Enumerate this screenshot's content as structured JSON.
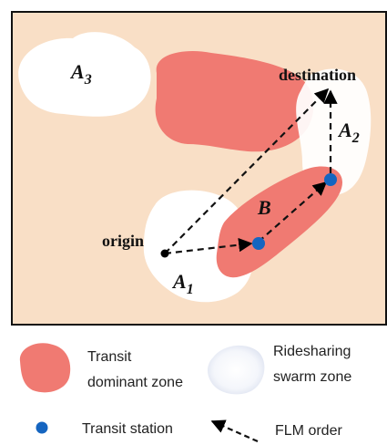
{
  "map": {
    "background_color": "#f9dfc6",
    "transit_zone_color": "#f07a72",
    "swarm_zone_color": "#ffffff",
    "station_color": "#1565c0",
    "zones": {
      "a3": {
        "letter": "A",
        "subscript": "3"
      },
      "a2": {
        "letter": "A",
        "subscript": "2"
      },
      "a1": {
        "letter": "A",
        "subscript": "1"
      },
      "b": {
        "letter": "B"
      }
    },
    "origin_label": "origin",
    "destination_label": "destination"
  },
  "legend": {
    "transit_zone": {
      "line1": "Transit",
      "line2": "dominant zone"
    },
    "swarm_zone": {
      "line1": "Ridesharing",
      "line2": "swarm zone"
    },
    "station": {
      "label": "Transit station"
    },
    "order": {
      "label": "FLM order"
    }
  }
}
